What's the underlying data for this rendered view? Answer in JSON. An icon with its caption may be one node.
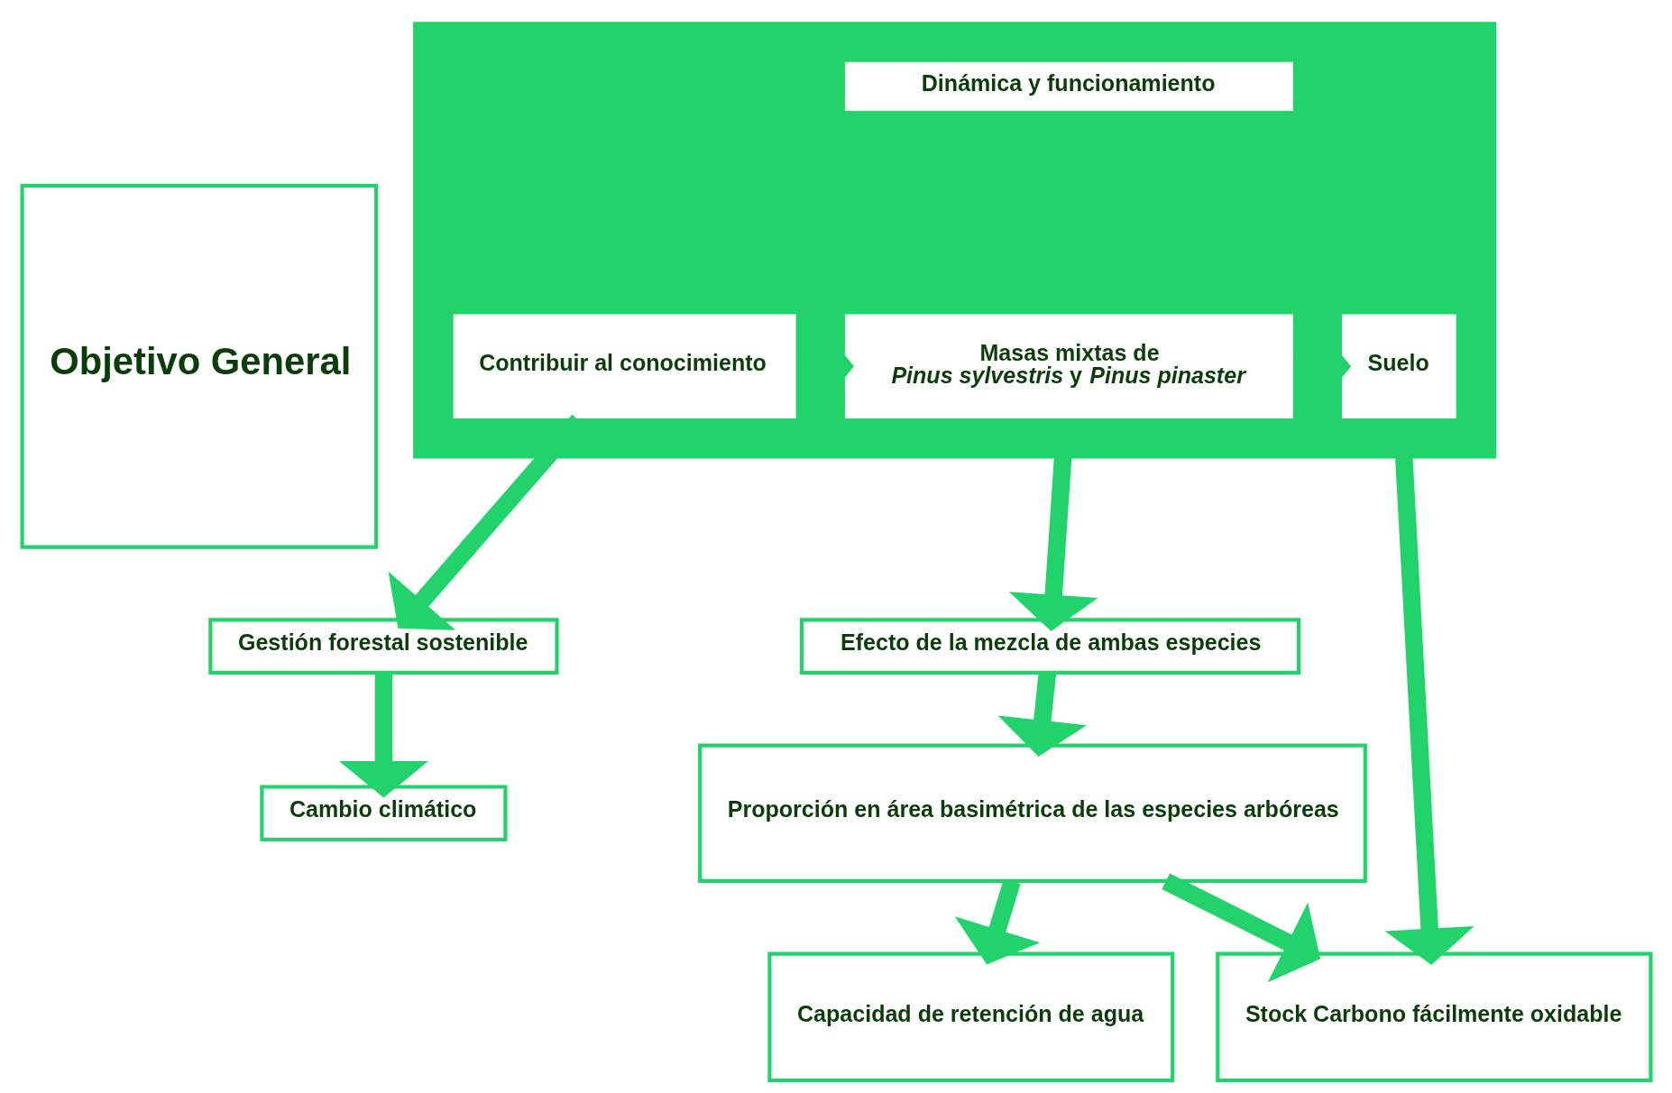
{
  "diagram": {
    "nodes": [
      {
        "text": [
          "Objetivo General"
        ]
      },
      {
        "text": [],
        "shape": "bar"
      },
      {
        "text": [
          "Contribuir al conocimiento"
        ],
        "in": 1
      },
      {
        "text": [
          "Dinámica y funcionamiento"
        ],
        "in": 1
      },
      {
        "text": [
          "Masas mixtas de *Pinus sylvestris* y *Pinus pinaster*"
        ],
        "in": 1
      },
      {
        "text": [
          "Suelo"
        ],
        "in": 1
      },
      {
        "text": [
          "Gestión forestal sostenible"
        ]
      },
      {
        "text": [
          "Cambio climático"
        ]
      },
      {
        "text": [
          "Efecto de la mezcla de ambas especies"
        ]
      },
      {
        "text": [
          "Proporción en área basimétrica de las especies arbóreas"
        ]
      },
      {
        "text": [
          "Stock Carbono fácilmente oxidable"
        ]
      },
      {
        "text": [
          "Capacidad de retención de agua"
        ]
      }
    ],
    "edges": [
      {
        "from": 2,
        "to": 4,
        "arrow": "to"
      },
      {
        "from": 4,
        "to": 5,
        "arrow": "to"
      },
      {
        "from": 2,
        "to": 6,
        "arrow": "to"
      },
      {
        "from": 4,
        "to": 8,
        "arrow": "to"
      },
      {
        "from": 5,
        "to": 10,
        "arrow": "to"
      },
      {
        "from": 6,
        "to": 7,
        "arrow": "to"
      },
      {
        "from": 8,
        "to": 9,
        "arrow": "to"
      },
      {
        "from": 9,
        "to": 10,
        "arrow": "to"
      },
      {
        "from": 9,
        "to": 11,
        "arrow": "to"
      }
    ]
  }
}
